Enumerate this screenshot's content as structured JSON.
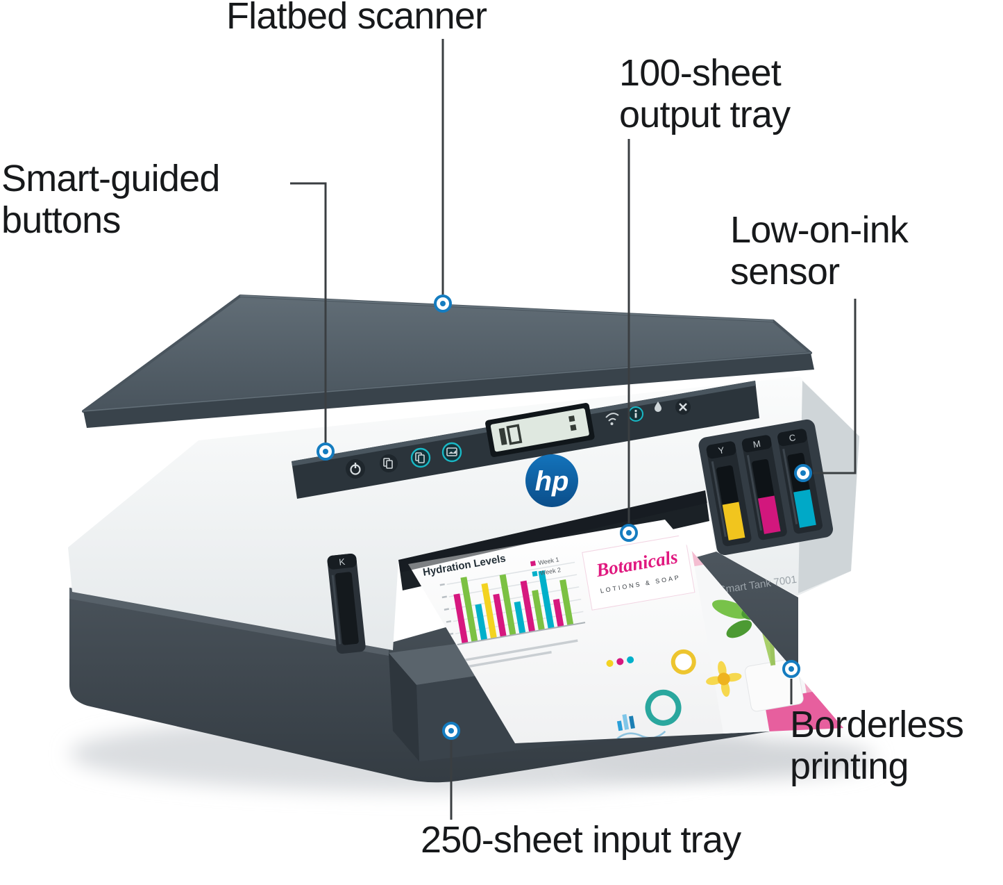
{
  "callouts": {
    "flatbed_scanner": {
      "label": "Flatbed scanner"
    },
    "output_tray": {
      "label": "100-sheet\noutput tray"
    },
    "smart_guided_buttons": {
      "label": "Smart-guided\nbuttons"
    },
    "low_on_ink_sensor": {
      "label": "Low-on-ink\nsensor"
    },
    "borderless_printing": {
      "label": "Borderless\nprinting"
    },
    "input_tray": {
      "label": "250-sheet input tray"
    }
  },
  "printer": {
    "brand": "hp",
    "model": "Smart Tank 7001",
    "tanks": {
      "y": "Y",
      "m": "M",
      "c": "C",
      "k": "K"
    },
    "page": {
      "chart_title": "Hydration Levels",
      "legend1": "Week 1",
      "legend2": "Week 2",
      "brand": "Botanicals",
      "tagline": "LOTIONS & SOAP"
    },
    "colors": {
      "callout_blue": "#147cc0",
      "hp_logo_blue": "#1373bb",
      "lid_gray": "#4e5a63",
      "body_white": "#f4f6f7",
      "base_gray": "#454e56",
      "teal_button": "#19b9c6",
      "ink_yellow": "#f1c51e",
      "ink_magenta": "#d2177d",
      "ink_cyan": "#00a9c7",
      "page_pink": "#e0187f"
    }
  }
}
